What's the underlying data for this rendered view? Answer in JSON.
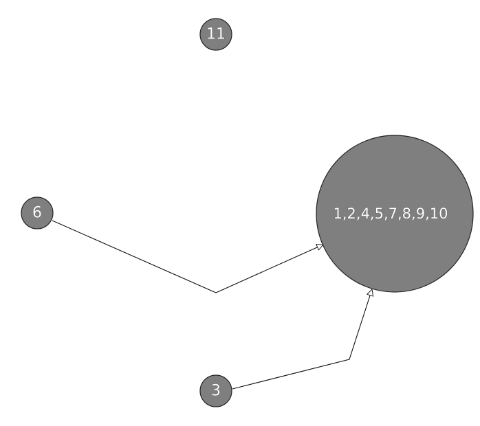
{
  "diagram": {
    "nodes": [
      {
        "id": "n11",
        "label": "11"
      },
      {
        "id": "n6",
        "label": "6"
      },
      {
        "id": "n3",
        "label": "3"
      },
      {
        "id": "cluster",
        "label": "1,2,4,5,7,8,9,10"
      }
    ],
    "edges": [
      {
        "from": "6",
        "to": "1,2,4,5,7,8,9,10",
        "directed": true
      },
      {
        "from": "3",
        "to": "1,2,4,5,7,8,9,10",
        "directed": true
      }
    ],
    "colors": {
      "node_fill": "#7f7f7f",
      "node_stroke": "#222222",
      "label_fill": "#ffffff",
      "edge": "#111111",
      "background": "#ffffff"
    }
  }
}
